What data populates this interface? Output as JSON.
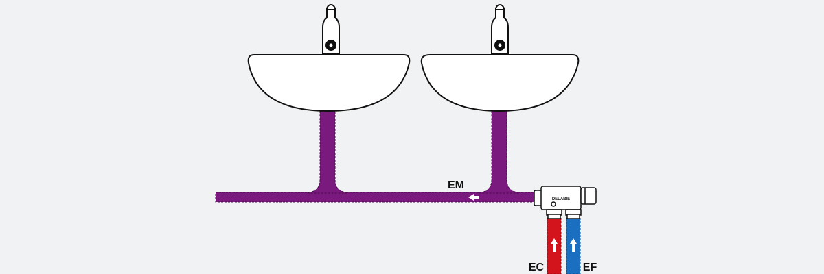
{
  "labels": {
    "mixed": "EM",
    "hot": "EC",
    "cold": "EF",
    "brand": "DELABIE"
  },
  "colors": {
    "background": "#f0f2f4",
    "mixed_pipe": "#7b1a7e",
    "hot_pipe": "#d4141c",
    "cold_pipe": "#1a6fc0",
    "outline": "#111111"
  },
  "icons": [
    "faucet-icon",
    "basin-icon",
    "flow-arrow-icon",
    "mixing-valve-icon"
  ]
}
